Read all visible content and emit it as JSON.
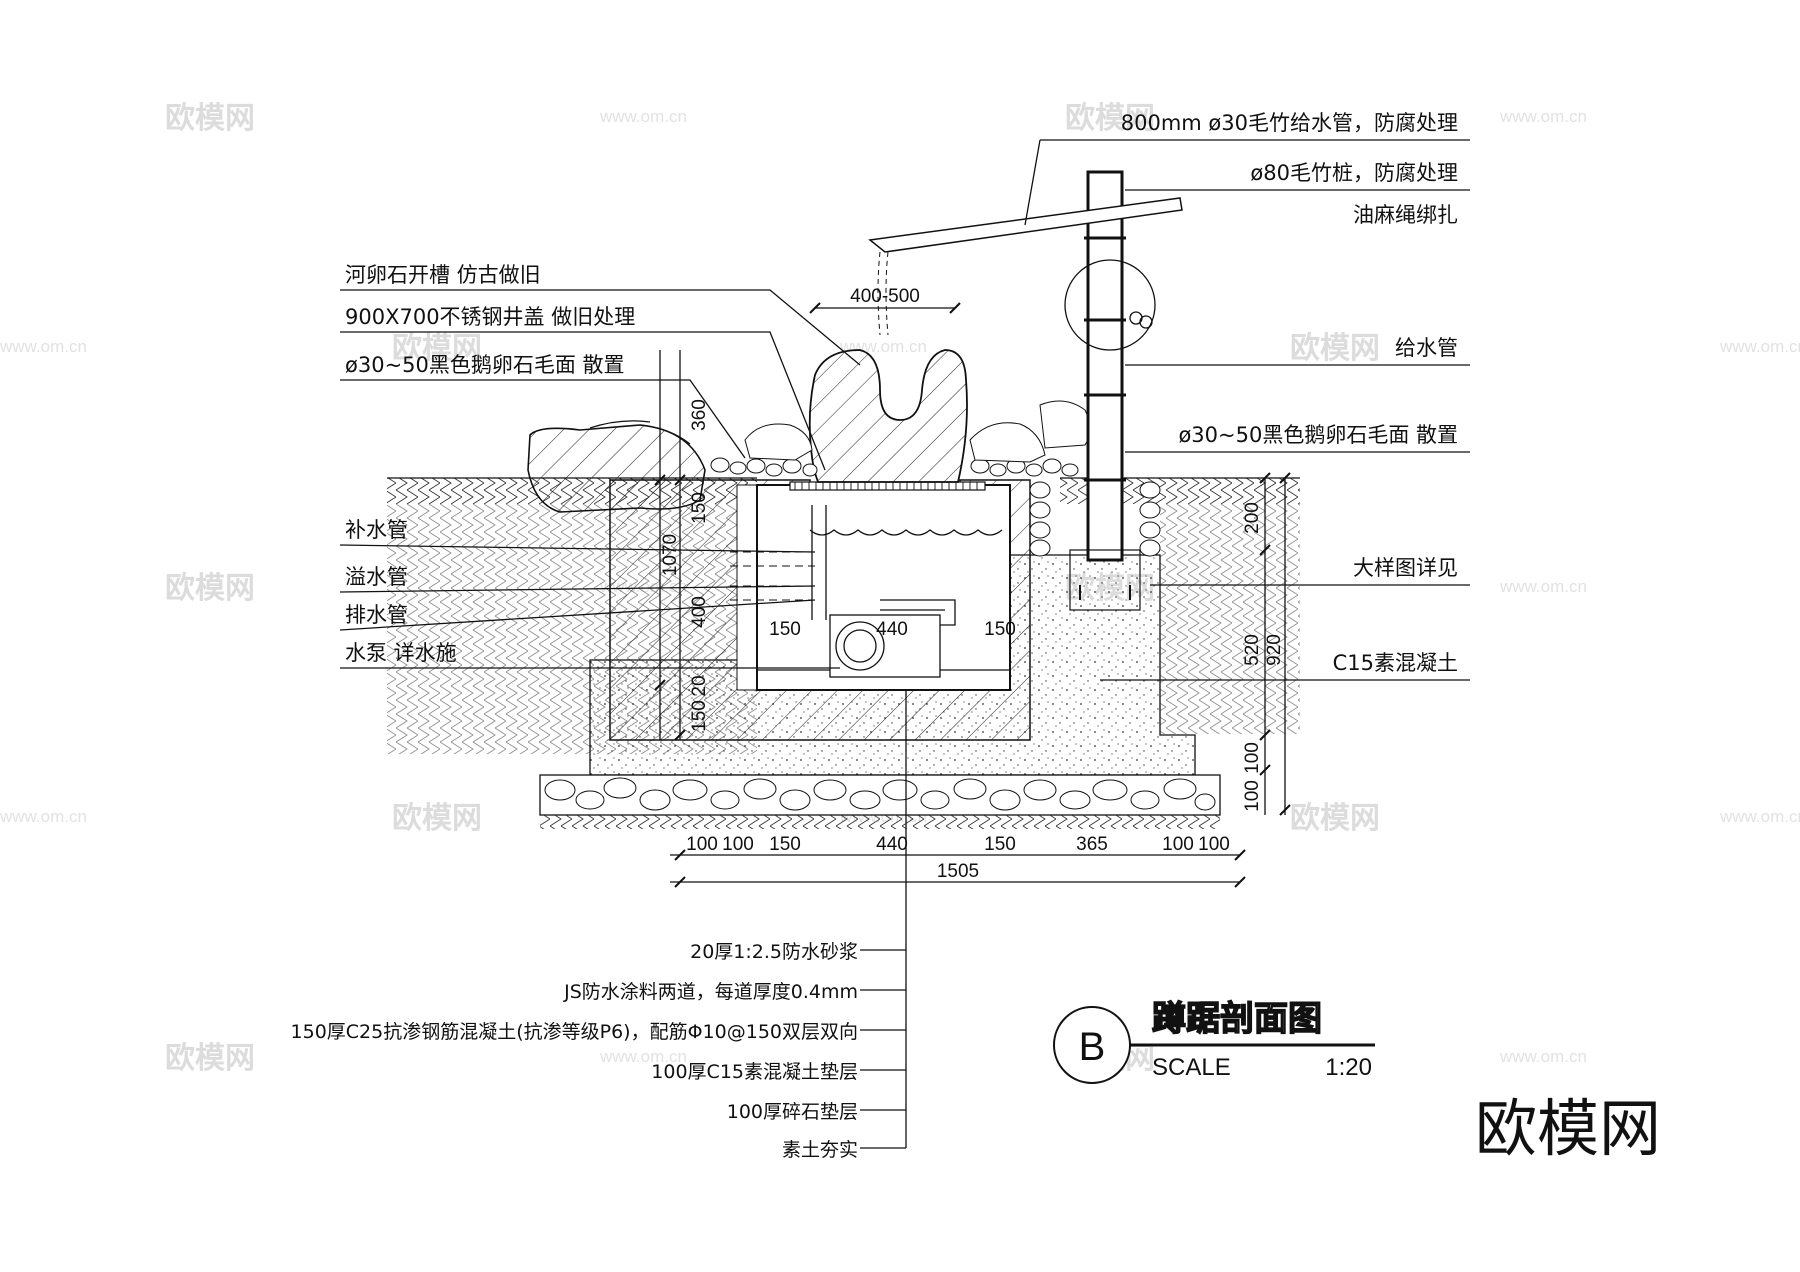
{
  "watermarks": {
    "brand": "欧模网",
    "url": "www.om.cn"
  },
  "callouts_top_right": [
    "800mm ø30毛竹给水管，防腐处理",
    "ø80毛竹桩，防腐处理",
    "油麻绳绑扎",
    "给水管",
    "ø30~50黑色鹅卵石毛面 散置",
    "大样图详见",
    "C15素混凝土"
  ],
  "callouts_top_left": [
    "河卵石开槽 仿古做旧",
    "900X700不锈钢井盖 做旧处理",
    "ø30~50黑色鹅卵石毛面 散置"
  ],
  "callouts_pipes": [
    "补水管",
    "溢水管",
    "排水管",
    "水泵 详水施"
  ],
  "layer_notes": [
    "20厚1:2.5防水砂浆",
    "JS防水涂料两道，每道厚度0.4mm",
    "150厚C25抗渗钢筋混凝土(抗渗等级P6)，配筋Φ10@150双层双向",
    "100厚C15素混凝土垫层",
    "100厚碎石垫层",
    "素土夯实"
  ],
  "dimensions": {
    "top_rock_width": "400-500",
    "left_vertical": [
      "360",
      "150",
      "1070",
      "400",
      "20",
      "150"
    ],
    "inner": [
      "150",
      "440",
      "150"
    ],
    "right_vertical": [
      "200",
      "520",
      "920",
      "100",
      "100"
    ],
    "bottom": [
      "100",
      "100",
      "150",
      "440",
      "150",
      "365",
      "100",
      "100"
    ],
    "bottom_total": "1505"
  },
  "title_block": {
    "marker": "B",
    "title": "蹲踞剖面图",
    "scale_label": "SCALE",
    "scale_value": "1:20"
  },
  "brand_mark": "欧模网"
}
